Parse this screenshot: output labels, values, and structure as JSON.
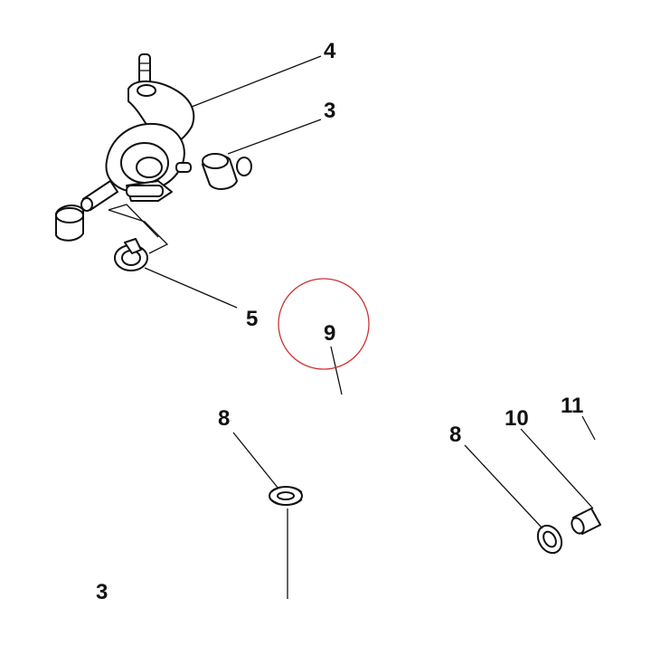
{
  "callouts": {
    "c4": "4",
    "c3_top": "3",
    "c5": "5",
    "c9": "9",
    "c8_left": "8",
    "c8_right": "8",
    "c10": "10",
    "c11": "11",
    "c3_bottom": "3"
  },
  "highlight_color": "#cc3333",
  "line_color": "#111111"
}
